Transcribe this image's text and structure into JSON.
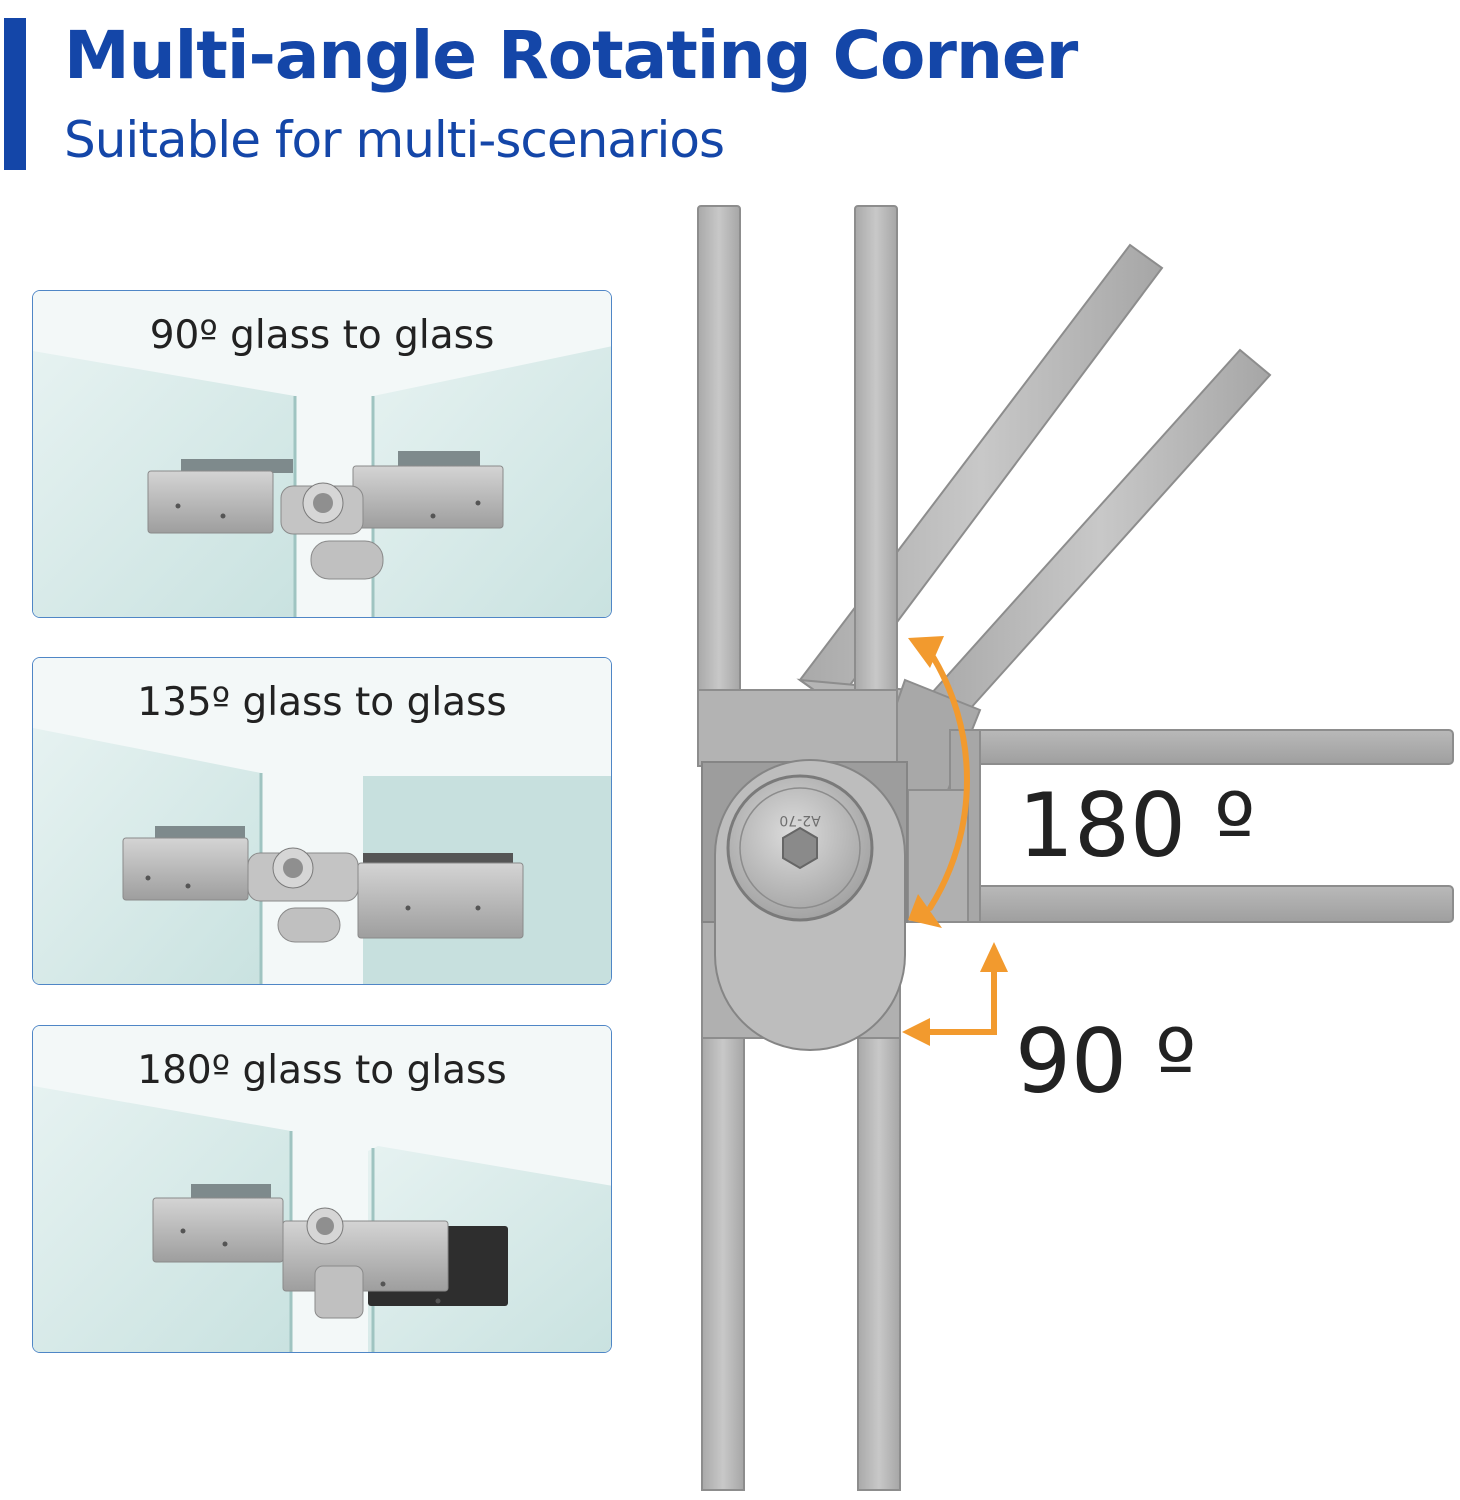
{
  "header": {
    "title": "Multi-angle Rotating Corner",
    "subtitle": "Suitable for multi-scenarios"
  },
  "cards": [
    {
      "label": "90º glass to glass"
    },
    {
      "label": "135º glass to glass"
    },
    {
      "label": "180º glass to glass"
    }
  ],
  "diagram": {
    "angle_max_label": "180 º",
    "angle_min_label": "90 º",
    "bolt_marking": "A2-70"
  },
  "colors": {
    "brand": "#1446a8",
    "arrow": "#f29a2e",
    "metal": "#b3b3b3",
    "glass": "#d9ebea"
  }
}
